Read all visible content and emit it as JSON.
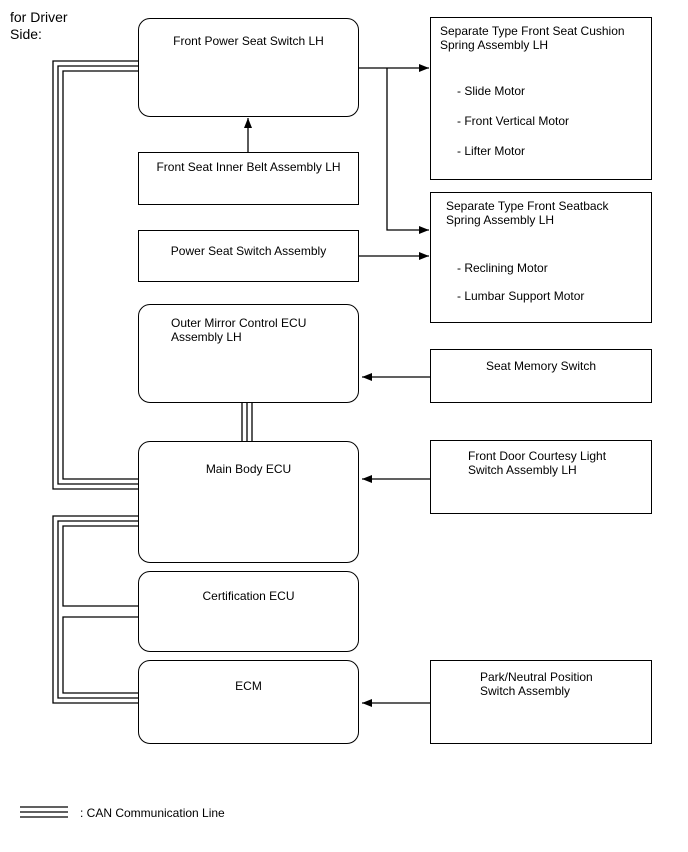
{
  "header": {
    "line1": "for Driver",
    "line2": "Side:"
  },
  "boxes": {
    "front_power_seat_switch": "Front Power Seat Switch LH",
    "inner_belt": "Front Seat Inner Belt Assembly LH",
    "power_seat_switch_assy": "Power Seat Switch Assembly",
    "outer_mirror": {
      "line1": "Outer Mirror Control ECU",
      "line2": "Assembly LH"
    },
    "main_body_ecu": "Main Body ECU",
    "certification_ecu": "Certification ECU",
    "ecm": "ECM",
    "cushion_spring": {
      "line1": "Separate Type Front Seat Cushion",
      "line2": "Spring Assembly LH",
      "items": [
        "- Slide Motor",
        "- Front Vertical Motor",
        "- Lifter Motor"
      ]
    },
    "seatback_spring": {
      "line1": "Separate Type Front Seatback",
      "line2": "Spring Assembly LH",
      "items": [
        "- Reclining Motor",
        "- Lumbar Support Motor"
      ]
    },
    "seat_memory_switch": "Seat Memory Switch",
    "door_courtesy": {
      "line1": "Front Door Courtesy Light",
      "line2": "Switch Assembly LH"
    },
    "park_neutral": {
      "line1": "Park/Neutral Position",
      "line2": "Switch Assembly"
    }
  },
  "legend": {
    "label": ": CAN Communication Line"
  }
}
